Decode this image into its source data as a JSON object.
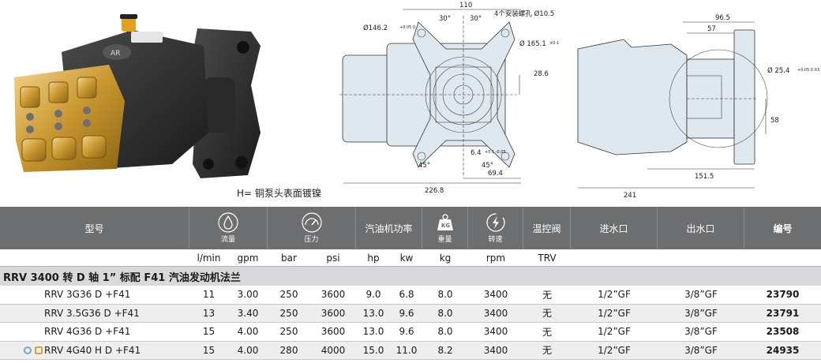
{
  "caption": "H= 铜泵头表面镀镍",
  "drawing_front": {
    "dims": [
      "110",
      "30°",
      "30°",
      "4个安装螺孔 Ø10.5",
      "Ø146.2",
      "Ø 165.1",
      "28.6",
      "6.4",
      "45°",
      "45°",
      "226.8",
      "69.4"
    ],
    "tol_a": "+0.05 0",
    "tol_b": "±0.1",
    "tol_c": "+0.1 -0.05"
  },
  "drawing_side": {
    "dims": [
      "96.5",
      "57",
      "Ø 25.4",
      "58",
      "151.5",
      "241"
    ],
    "tol": "+0.05 0.03"
  },
  "headers": {
    "model": "型号",
    "flow_label": "流量",
    "pressure_label": "压力",
    "power": "汽油机功率",
    "weight_label": "重量",
    "weight_icon_text": "KG",
    "speed_label": "转速",
    "trv": "温控阀",
    "inlet": "进水口",
    "outlet": "出水口",
    "code": "编号"
  },
  "units": [
    "l/min",
    "gpm",
    "bar",
    "psi",
    "hp",
    "kw",
    "kg",
    "rpm",
    "TRV"
  ],
  "section_title": "RRV 3400 转 D 轴 1” 标配 F41 汽油发动机法兰",
  "rows": [
    {
      "model": "RRV 3G36 D +F41",
      "lmin": "11",
      "gpm": "3.00",
      "bar": "250",
      "psi": "3600",
      "hp": "9.0",
      "kw": "6.8",
      "kg": "8.0",
      "rpm": "3400",
      "trv": "无",
      "inlet": "1/2”GF",
      "outlet": "3/8”GF",
      "code": "23790"
    },
    {
      "model": "RRV 3.5G36 D +F41",
      "lmin": "13",
      "gpm": "3.40",
      "bar": "250",
      "psi": "3600",
      "hp": "13.0",
      "kw": "9.6",
      "kg": "8.0",
      "rpm": "3400",
      "trv": "无",
      "inlet": "1/2”GF",
      "outlet": "3/8”GF",
      "code": "23791"
    },
    {
      "model": "RRV 4G36 D +F41",
      "lmin": "15",
      "gpm": "4.00",
      "bar": "250",
      "psi": "3600",
      "hp": "13.0",
      "kw": "9.6",
      "kg": "8.0",
      "rpm": "3400",
      "trv": "无",
      "inlet": "1/2”GF",
      "outlet": "3/8”GF",
      "code": "23508"
    },
    {
      "model": "RRV 4G40 H D +F41",
      "lmin": "15",
      "gpm": "4.00",
      "bar": "280",
      "psi": "4000",
      "hp": "15.0",
      "kw": "11.0",
      "kg": "8.2",
      "rpm": "3400",
      "trv": "无",
      "inlet": "1/2”GF",
      "outlet": "3/8”GF",
      "code": "24935"
    }
  ]
}
